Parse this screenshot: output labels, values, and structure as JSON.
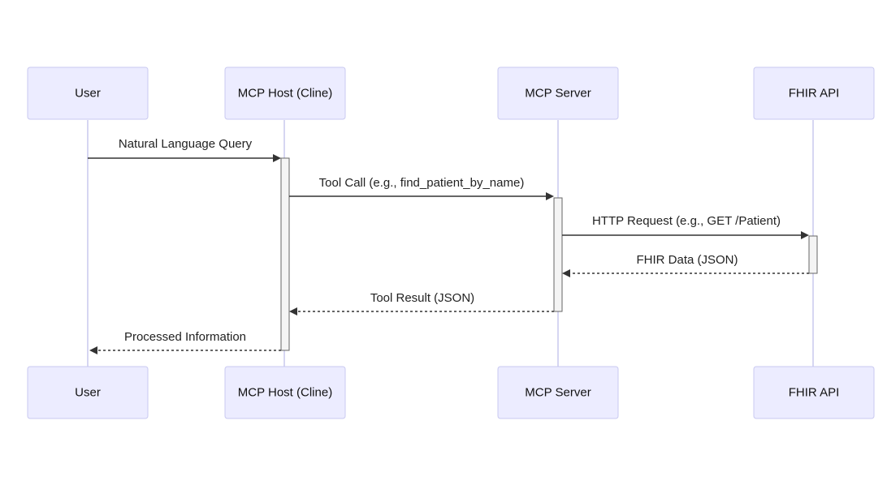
{
  "participants": [
    {
      "id": "user",
      "label": "User"
    },
    {
      "id": "host",
      "label": "MCP Host (Cline)"
    },
    {
      "id": "server",
      "label": "MCP Server"
    },
    {
      "id": "fhir",
      "label": "FHIR API"
    }
  ],
  "messages": [
    {
      "from": "user",
      "to": "host",
      "label": "Natural Language Query",
      "style": "solid"
    },
    {
      "from": "host",
      "to": "server",
      "label": "Tool Call (e.g., find_patient_by_name)",
      "style": "solid"
    },
    {
      "from": "server",
      "to": "fhir",
      "label": "HTTP Request (e.g., GET /Patient)",
      "style": "solid"
    },
    {
      "from": "fhir",
      "to": "server",
      "label": "FHIR Data (JSON)",
      "style": "dashed"
    },
    {
      "from": "server",
      "to": "host",
      "label": "Tool Result (JSON)",
      "style": "dashed"
    },
    {
      "from": "host",
      "to": "user",
      "label": "Processed Information",
      "style": "dashed"
    }
  ],
  "colors": {
    "actor_fill": "#ECECFF",
    "actor_stroke": "#C9C9F0",
    "lifeline": "#C8C8EE",
    "arrow": "#333333"
  }
}
